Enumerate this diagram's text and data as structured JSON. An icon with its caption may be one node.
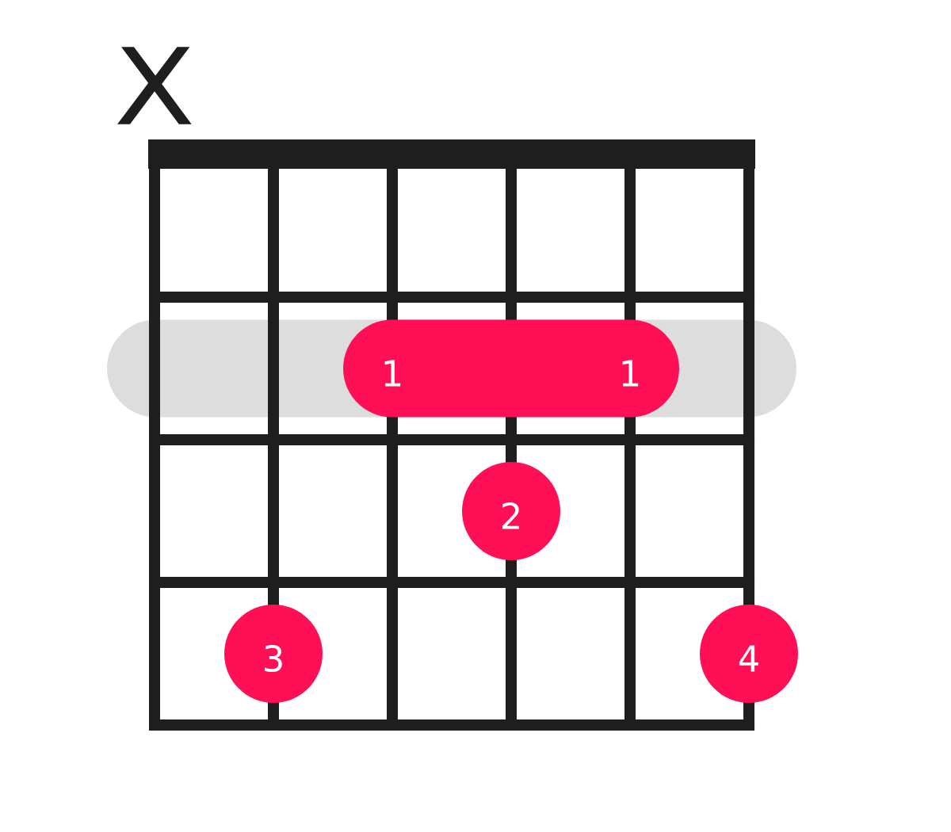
{
  "diagram": {
    "nodes": [
      {
        "text": [],
        "shape": "bar"
      },
      {
        "text": [
          "1",
          "1"
        ],
        "in": 0
      },
      {
        "text": [
          "2"
        ]
      },
      {
        "text": [
          "3"
        ]
      },
      {
        "text": [
          "4"
        ]
      }
    ],
    "labels": [
      "X"
    ]
  }
}
